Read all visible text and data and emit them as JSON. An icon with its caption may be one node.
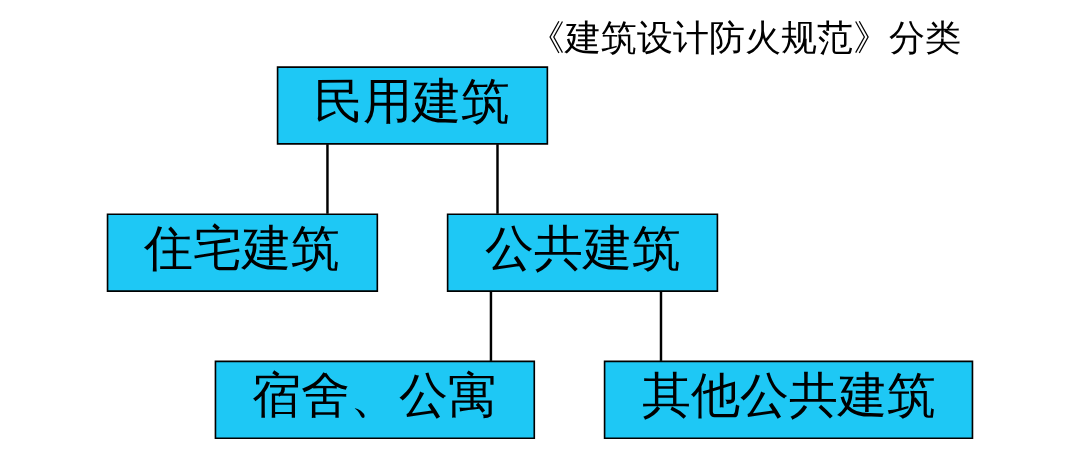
{
  "diagram": {
    "title": "《建筑设计防火规范》分类",
    "nodes": [
      {
        "text": [
          "民用建筑"
        ]
      },
      {
        "text": [
          "住宅建筑"
        ]
      },
      {
        "text": [
          "公共建筑"
        ]
      },
      {
        "text": [
          "宿舍、公寓"
        ]
      },
      {
        "text": [
          "其他公共建筑"
        ]
      }
    ],
    "edges": [
      {
        "from": 0,
        "to": 1,
        "arrow": "none"
      },
      {
        "from": 0,
        "to": 2,
        "arrow": "none"
      },
      {
        "from": 2,
        "to": 3,
        "arrow": "none"
      },
      {
        "from": 2,
        "to": 4,
        "arrow": "none"
      }
    ]
  }
}
